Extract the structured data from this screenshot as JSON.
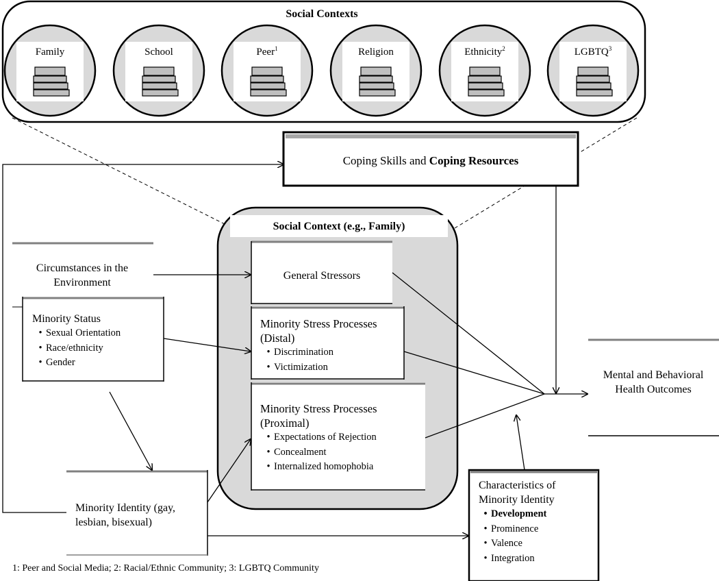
{
  "title": "Social Contexts",
  "contexts": [
    {
      "label": "Family",
      "sup": ""
    },
    {
      "label": "School",
      "sup": ""
    },
    {
      "label": "Peer",
      "sup": "1"
    },
    {
      "label": "Religion",
      "sup": ""
    },
    {
      "label": "Ethnicity",
      "sup": "2"
    },
    {
      "label": "LGBTQ",
      "sup": "3"
    }
  ],
  "coping": {
    "label_plain": "Coping Skills and ",
    "label_bold": "Coping Resources"
  },
  "social_context": {
    "title": "Social Context (e.g., Family)"
  },
  "general_stressors": "General Stressors",
  "distal": {
    "title": "Minority Stress Processes (Distal)",
    "items": [
      "Discrimination",
      "Victimization"
    ]
  },
  "proximal": {
    "title": "Minority Stress Processes (Proximal)",
    "items": [
      "Expectations of Rejection",
      "Concealment",
      "Internalized homophobia"
    ]
  },
  "circumstances": "Circumstances in the Environment",
  "minority_status": {
    "title": "Minority Status",
    "items": [
      "Sexual Orientation",
      "Race/ethnicity",
      "Gender"
    ]
  },
  "minority_identity": "Minority Identity (gay, lesbian, bisexual)",
  "characteristics": {
    "title": "Characteristics of Minority Identity",
    "items": [
      "Development",
      "Prominence",
      "Valence",
      "Integration"
    ]
  },
  "outcomes": "Mental and Behavioral Health Outcomes",
  "footnote": "1: Peer and Social Media; 2: Racial/Ethnic Community; 3: LGBTQ Community",
  "colors": {
    "gray_fill": "#d9d9d9",
    "box_shadow": "#808080",
    "line": "#000000"
  }
}
